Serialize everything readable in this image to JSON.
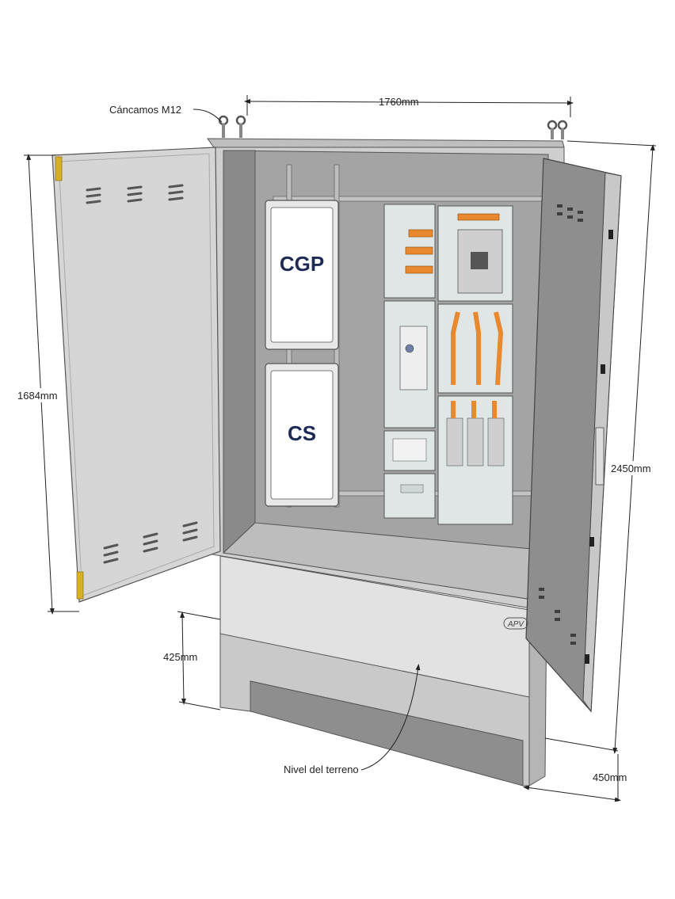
{
  "dimensions": {
    "eyebolts_label": "Cáncamos M12",
    "width": "1760mm",
    "door_height": "1684mm",
    "total_height": "2450mm",
    "plinth_height": "425mm",
    "depth": "450mm",
    "ground_label": "Nivel del terreno"
  },
  "panels": {
    "cgp": "CGP",
    "cs": "CS"
  },
  "brand": "APV",
  "colors": {
    "cabinet": "#cfcfcf",
    "interior": "#9a9a9a",
    "door": "#d6d6d6",
    "copper": "#e8892f",
    "module": "#dfe6e5",
    "label_text": "#1c2a55"
  }
}
